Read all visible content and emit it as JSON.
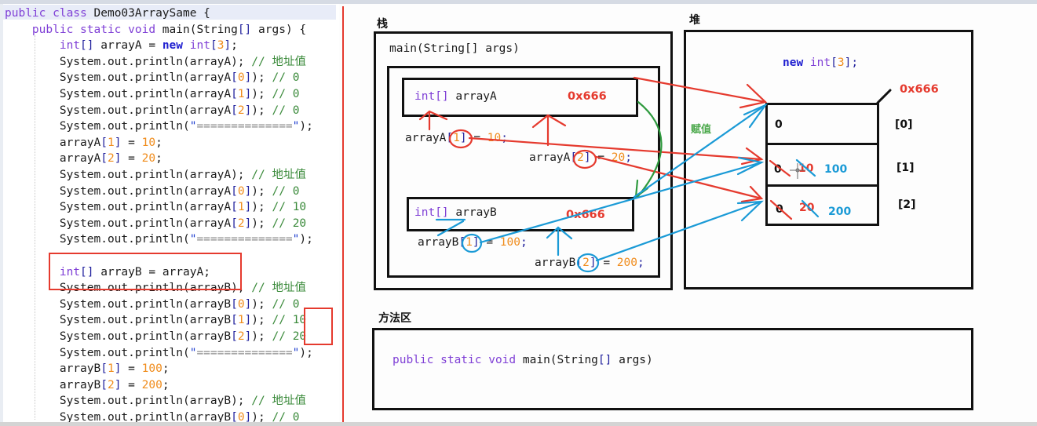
{
  "code": {
    "lines": [
      [
        [
          "kw",
          "public class "
        ],
        [
          "t",
          "Demo03ArraySame {"
        ]
      ],
      [
        [
          "t",
          "    "
        ],
        [
          "kw",
          "public static void "
        ],
        [
          "t",
          "main(String"
        ],
        [
          "br",
          "[]"
        ],
        [
          "t",
          " args) {"
        ]
      ],
      [
        [
          "t",
          "        "
        ],
        [
          "kw",
          "int"
        ],
        [
          "br",
          "[]"
        ],
        [
          "t",
          " arrayA = "
        ],
        [
          "kwb",
          "new "
        ],
        [
          "kw",
          "int"
        ],
        [
          "br",
          "["
        ],
        [
          "num",
          "3"
        ],
        [
          "br",
          "]"
        ],
        [
          "t",
          ";"
        ]
      ],
      [
        [
          "t",
          "        System.out.println(arrayA); "
        ],
        [
          "cm",
          "// 地址值"
        ]
      ],
      [
        [
          "t",
          "        System.out.println(arrayA"
        ],
        [
          "br",
          "["
        ],
        [
          "num",
          "0"
        ],
        [
          "br",
          "]"
        ],
        [
          "t",
          "); "
        ],
        [
          "cm",
          "// 0"
        ]
      ],
      [
        [
          "t",
          "        System.out.println(arrayA"
        ],
        [
          "br",
          "["
        ],
        [
          "num",
          "1"
        ],
        [
          "br",
          "]"
        ],
        [
          "t",
          "); "
        ],
        [
          "cm",
          "// 0"
        ]
      ],
      [
        [
          "t",
          "        System.out.println(arrayA"
        ],
        [
          "br",
          "["
        ],
        [
          "num",
          "2"
        ],
        [
          "br",
          "]"
        ],
        [
          "t",
          "); "
        ],
        [
          "cm",
          "// 0"
        ]
      ],
      [
        [
          "t",
          "        System.out.println("
        ],
        [
          "str",
          "\""
        ],
        [
          "strtext",
          "=============="
        ],
        [
          "str",
          "\""
        ],
        [
          "t",
          ");"
        ]
      ],
      [
        [
          "t",
          "        arrayA"
        ],
        [
          "br",
          "["
        ],
        [
          "num",
          "1"
        ],
        [
          "br",
          "]"
        ],
        [
          "t",
          " = "
        ],
        [
          "num",
          "10"
        ],
        [
          "t",
          ";"
        ]
      ],
      [
        [
          "t",
          "        arrayA"
        ],
        [
          "br",
          "["
        ],
        [
          "num",
          "2"
        ],
        [
          "br",
          "]"
        ],
        [
          "t",
          " = "
        ],
        [
          "num",
          "20"
        ],
        [
          "t",
          ";"
        ]
      ],
      [
        [
          "t",
          "        System.out.println(arrayA); "
        ],
        [
          "cm",
          "// 地址值"
        ]
      ],
      [
        [
          "t",
          "        System.out.println(arrayA"
        ],
        [
          "br",
          "["
        ],
        [
          "num",
          "0"
        ],
        [
          "br",
          "]"
        ],
        [
          "t",
          "); "
        ],
        [
          "cm",
          "// 0"
        ]
      ],
      [
        [
          "t",
          "        System.out.println(arrayA"
        ],
        [
          "br",
          "["
        ],
        [
          "num",
          "1"
        ],
        [
          "br",
          "]"
        ],
        [
          "t",
          "); "
        ],
        [
          "cm",
          "// 10"
        ]
      ],
      [
        [
          "t",
          "        System.out.println(arrayA"
        ],
        [
          "br",
          "["
        ],
        [
          "num",
          "2"
        ],
        [
          "br",
          "]"
        ],
        [
          "t",
          "); "
        ],
        [
          "cm",
          "// 20"
        ]
      ],
      [
        [
          "t",
          "        System.out.println("
        ],
        [
          "str",
          "\""
        ],
        [
          "strtext",
          "=============="
        ],
        [
          "str",
          "\""
        ],
        [
          "t",
          ");"
        ]
      ],
      [
        [
          "t",
          ""
        ]
      ],
      [
        [
          "t",
          "        "
        ],
        [
          "kw",
          "int"
        ],
        [
          "br",
          "[]"
        ],
        [
          "t",
          " arrayB = arrayA;"
        ]
      ],
      [
        [
          "t",
          "        System.out.println(arrayB); "
        ],
        [
          "cm",
          "// 地址值"
        ]
      ],
      [
        [
          "t",
          "        System.out.println(arrayB"
        ],
        [
          "br",
          "["
        ],
        [
          "num",
          "0"
        ],
        [
          "br",
          "]"
        ],
        [
          "t",
          "); "
        ],
        [
          "cm",
          "// 0"
        ]
      ],
      [
        [
          "t",
          "        System.out.println(arrayB"
        ],
        [
          "br",
          "["
        ],
        [
          "num",
          "1"
        ],
        [
          "br",
          "]"
        ],
        [
          "t",
          "); "
        ],
        [
          "cm",
          "// 10"
        ]
      ],
      [
        [
          "t",
          "        System.out.println(arrayB"
        ],
        [
          "br",
          "["
        ],
        [
          "num",
          "2"
        ],
        [
          "br",
          "]"
        ],
        [
          "t",
          "); "
        ],
        [
          "cm",
          "// 20"
        ]
      ],
      [
        [
          "t",
          "        System.out.println("
        ],
        [
          "str",
          "\""
        ],
        [
          "strtext",
          "=============="
        ],
        [
          "str",
          "\""
        ],
        [
          "t",
          ");"
        ]
      ],
      [
        [
          "t",
          "        arrayB"
        ],
        [
          "br",
          "["
        ],
        [
          "num",
          "1"
        ],
        [
          "br",
          "]"
        ],
        [
          "t",
          " = "
        ],
        [
          "num",
          "100"
        ],
        [
          "t",
          ";"
        ]
      ],
      [
        [
          "t",
          "        arrayB"
        ],
        [
          "br",
          "["
        ],
        [
          "num",
          "2"
        ],
        [
          "br",
          "]"
        ],
        [
          "t",
          " = "
        ],
        [
          "num",
          "200"
        ],
        [
          "t",
          ";"
        ]
      ],
      [
        [
          "t",
          "        System.out.println(arrayB); "
        ],
        [
          "cm",
          "// 地址值"
        ]
      ],
      [
        [
          "t",
          "        System.out.println(arrayB"
        ],
        [
          "br",
          "["
        ],
        [
          "num",
          "0"
        ],
        [
          "br",
          "]"
        ],
        [
          "t",
          "); "
        ],
        [
          "cm",
          "// 0"
        ]
      ]
    ]
  },
  "diagram": {
    "stack_label": "栈",
    "heap_label": "堆",
    "method_area_label": "方法区",
    "stack_frame_title": "main(String[] args)",
    "array_a": {
      "decl_type": "int[]",
      "decl_name": " arrayA",
      "address": "0x666"
    },
    "array_b": {
      "decl_type": "int[]",
      "decl_name": " arrayB",
      "address": "0x666"
    },
    "assign_a1": {
      "name": "arrayA",
      "index": "1",
      "value": "10"
    },
    "assign_a2": {
      "name": "arrayA",
      "index": "2",
      "value": "20"
    },
    "assign_b1": {
      "name": "arrayB",
      "index": "1",
      "value": "100"
    },
    "assign_b2": {
      "name": "arrayB",
      "index": "2",
      "value": "200"
    },
    "heap_new_kw": "new ",
    "heap_new_type": "int",
    "heap_new_size": "3",
    "heap_address": "0x666",
    "assign_label": "赋值",
    "cells": [
      {
        "index": "[0]",
        "values": [
          "0"
        ]
      },
      {
        "index": "[1]",
        "values": [
          "0",
          "10",
          "100"
        ]
      },
      {
        "index": "[2]",
        "values": [
          "0",
          "20",
          "200"
        ]
      }
    ],
    "method_area_code": {
      "kw": "public static void ",
      "rest": "main(String",
      "br": "[]",
      "tail": " args)"
    }
  },
  "colors": {
    "red": "#e53a2e",
    "blue": "#1a9ad6",
    "green": "#2e9a3e",
    "keyword": "#7f3fd6",
    "number": "#f08c1c",
    "comment": "#3a8a3a"
  }
}
